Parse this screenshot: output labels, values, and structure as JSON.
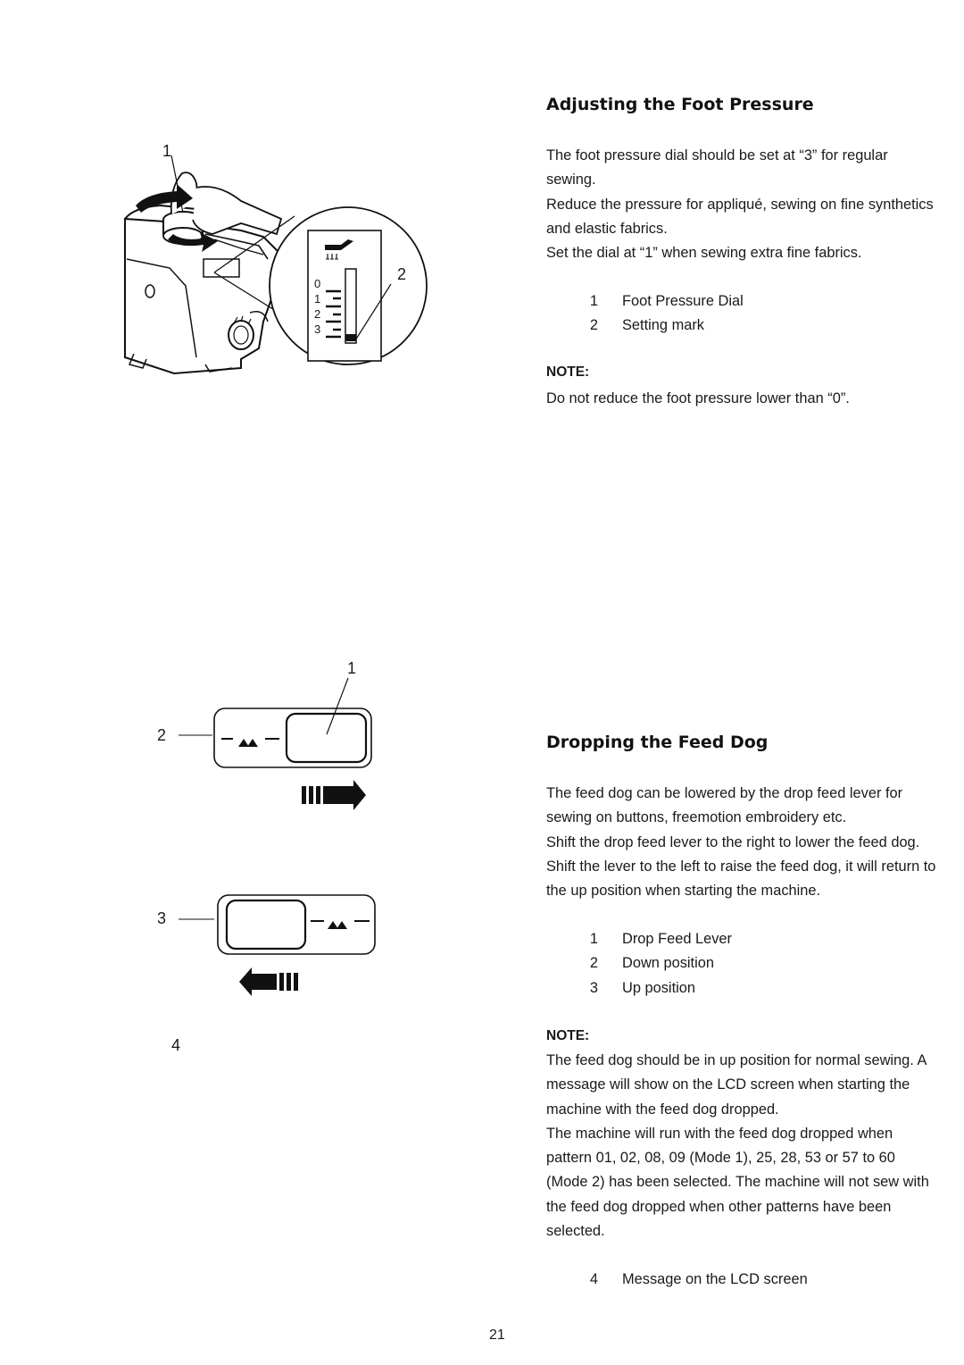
{
  "page_number": "21",
  "section1": {
    "title": "Adjusting the Foot Pressure",
    "paragraphs": [
      "The foot pressure dial should be set at “3” for regular sewing.",
      "Reduce the pressure for appliqué, sewing on fine synthetics and elastic fabrics.",
      "Set the dial at “1” when sewing extra fine fabrics."
    ],
    "legend": [
      {
        "num": "1",
        "text": "Foot Pressure Dial"
      },
      {
        "num": "2",
        "text": "Setting mark"
      }
    ],
    "note_label": "NOTE:",
    "note_text": "Do not reduce the foot pressure lower than “0”."
  },
  "section2": {
    "title": "Dropping the Feed Dog",
    "paragraphs": [
      "The feed dog can be lowered by the drop feed lever for sewing on buttons, freemotion embroidery etc.",
      "Shift the drop feed lever to the right to lower the feed dog.",
      "Shift the lever to the left to raise the feed dog, it will return to the up position when starting the machine."
    ],
    "legend": [
      {
        "num": "1",
        "text": "Drop Feed Lever"
      },
      {
        "num": "2",
        "text": "Down position"
      },
      {
        "num": "3",
        "text": "Up position"
      }
    ],
    "note_label": "NOTE:",
    "note_paragraphs": [
      "The feed dog should be in up position for normal sewing. A message will show on the LCD screen when starting the machine with the feed dog dropped.",
      "The machine will run with the feed dog dropped when pattern 01, 02, 08, 09 (Mode 1), 25, 28, 53 or 57 to 60 (Mode 2) has been selected. The machine will not sew with the feed dog dropped when other patterns have been selected."
    ],
    "legend2": [
      {
        "num": "4",
        "text": "Message on the LCD screen"
      }
    ]
  },
  "figure1": {
    "callouts": [
      "1",
      "2"
    ],
    "scale_labels": [
      "0",
      "1",
      "2",
      "3"
    ]
  },
  "figure2": {
    "callouts": [
      "1",
      "2",
      "3",
      "4"
    ]
  }
}
